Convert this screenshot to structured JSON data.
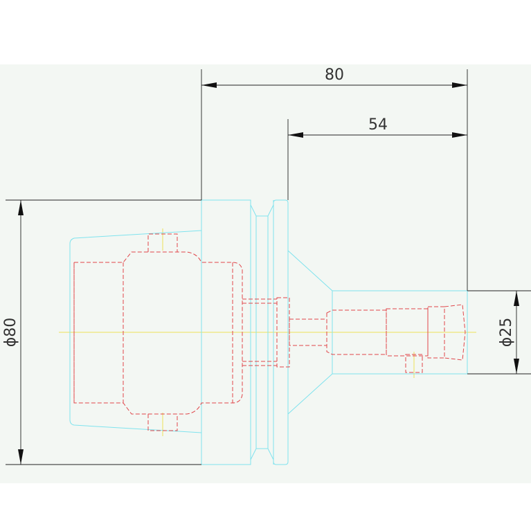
{
  "drawing": {
    "colors": {
      "background": "#ffffff",
      "band": "#f3f7f3",
      "outline": "#7fe3ee",
      "hidden_lines": "#e0464a",
      "center_lines": "#eee25a",
      "dimension_lines": "#222222"
    },
    "dimensions": {
      "overall_length": "80",
      "shank_length": "54",
      "flange_diameter": "ϕ80",
      "shank_diameter": "ϕ25"
    }
  }
}
